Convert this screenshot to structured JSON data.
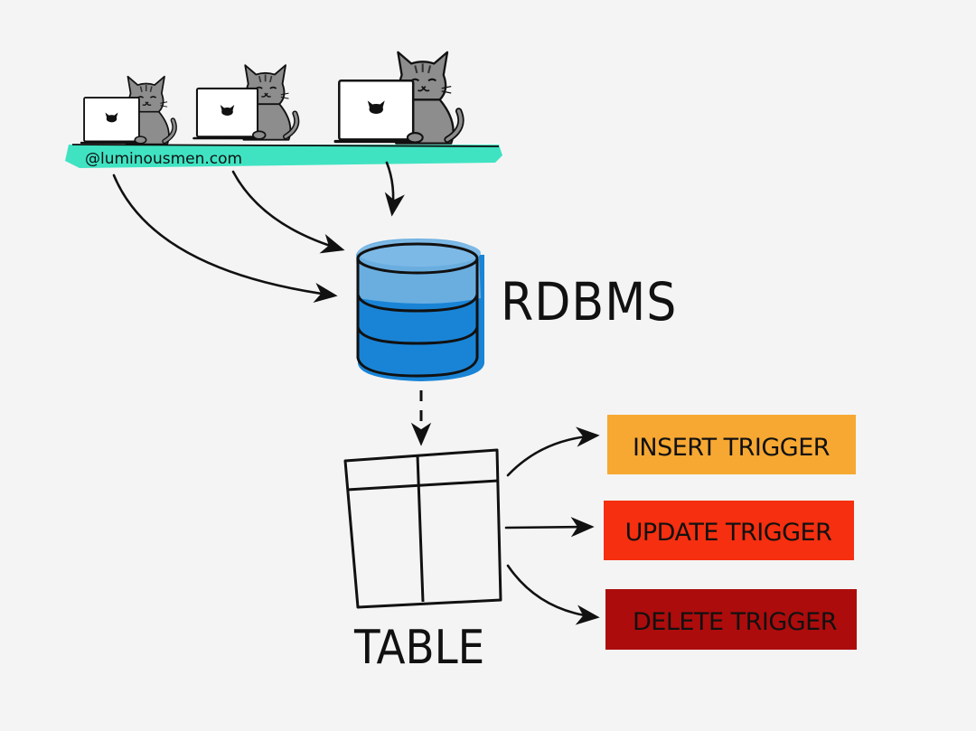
{
  "credit": "@luminousmen.com",
  "database": {
    "label": "RDBMS"
  },
  "table": {
    "label": "TABLE"
  },
  "triggers": [
    {
      "label": "INSERT TRIGGER",
      "color": "#f7a832"
    },
    {
      "label": "UPDATE TRIGGER",
      "color": "#f52f0f"
    },
    {
      "label": "DELETE TRIGGER",
      "color": "#ad0c0c"
    }
  ],
  "colors": {
    "background": "#f4f4f4",
    "desk": "#3fe3c2",
    "cylinder_light": "#6aaee0",
    "cylinder_dark": "#1984d6",
    "cat_fur": "#8d8d8d"
  },
  "icons": [
    "cat-developer-icon",
    "laptop-icon",
    "database-cylinder-icon",
    "table-grid-icon"
  ]
}
